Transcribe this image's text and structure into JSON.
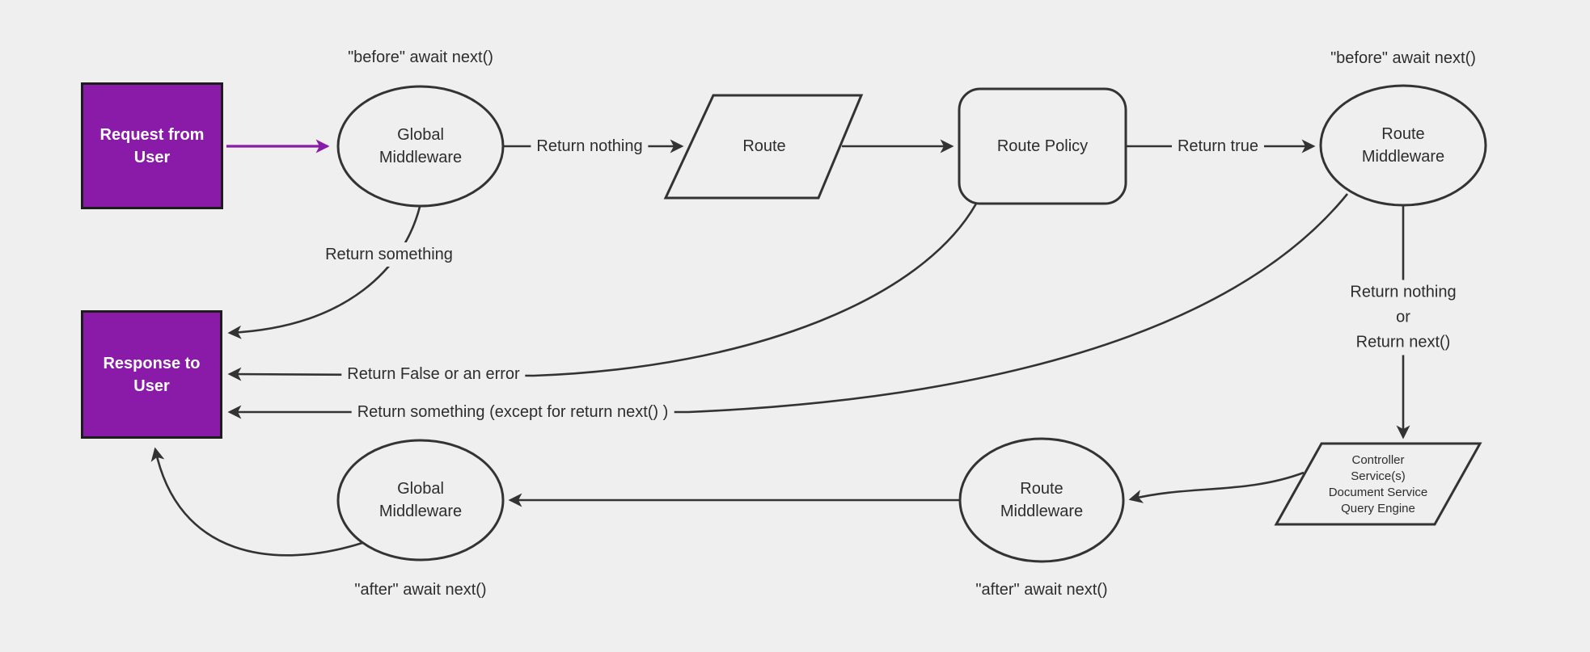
{
  "diagram": {
    "title": "request-response middleware flow",
    "colors": {
      "background": "#efefef",
      "line": "#333333",
      "accent_purple": "#8a1aa8",
      "box_border": "#1d1d1d",
      "text": "#2d2d2d",
      "box_text": "#ffffff"
    }
  },
  "nodes": {
    "request_box": {
      "lines": [
        "Request from",
        "User"
      ]
    },
    "response_box": {
      "lines": [
        "Response to",
        "User"
      ]
    },
    "global_middleware_top": {
      "lines": [
        "Global",
        "Middleware"
      ]
    },
    "route": {
      "label": "Route"
    },
    "route_policy": {
      "label": "Route Policy"
    },
    "route_middleware_top": {
      "lines": [
        "Route",
        "Middleware"
      ]
    },
    "controller_block": {
      "lines": [
        "Controller",
        "Service(s)",
        "Document Service",
        "Query Engine"
      ]
    },
    "route_middleware_bottom": {
      "lines": [
        "Route",
        "Middleware"
      ]
    },
    "global_middleware_bottom": {
      "lines": [
        "Global",
        "Middleware"
      ]
    }
  },
  "annotations": {
    "before_await_next_left": "\"before\" await next()",
    "before_await_next_right": "\"before\" await next()",
    "after_await_next_left": "\"after\" await next()",
    "after_await_next_right": "\"after\" await next()"
  },
  "edge_labels": {
    "return_nothing": "Return nothing",
    "return_true": "Return true",
    "return_something": "Return something",
    "return_false_or_error": "Return False or an error",
    "return_something_except": "Return something (except for return next() )",
    "return_nothing_or": {
      "lines": [
        "Return nothing",
        "or",
        "Return next()"
      ]
    }
  }
}
